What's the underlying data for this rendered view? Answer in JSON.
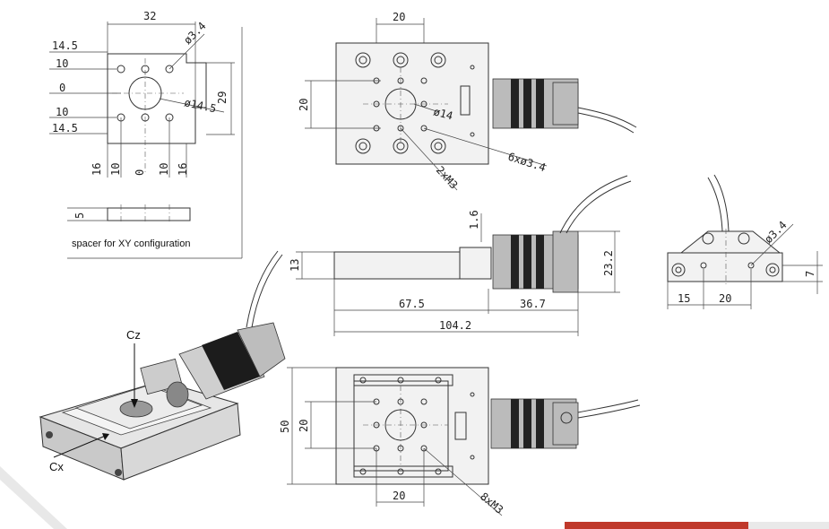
{
  "spacer": {
    "width_dim": "32",
    "height_dim": "29",
    "hole_dia": "ø3.4",
    "bore_dia": "ø14.5",
    "left_labels": [
      "14.5",
      "10",
      "0",
      "10",
      "14.5"
    ],
    "bottom_labels": [
      "16",
      "10",
      "0",
      "10",
      "16"
    ],
    "thickness": "5",
    "caption": "spacer for XY configuration"
  },
  "top_view": {
    "width_dim": "20",
    "height_dim": "20",
    "bore_dia": "ø14",
    "holes_callout": "6xø3.4",
    "threads_callout": "2xM3"
  },
  "side_view": {
    "height_dim": "13",
    "step_dim": "1.6",
    "motor_height": "23.2",
    "body_length": "67.5",
    "motor_length": "36.7",
    "total_length": "104.2"
  },
  "end_view": {
    "hole_dia": "ø3.4",
    "offset_a": "15",
    "offset_b": "20",
    "height_dim": "7"
  },
  "bottom_view": {
    "height_dim": "50",
    "inner_dim": "20",
    "width_dim": "20",
    "threads_callout": "8xM3"
  },
  "iso_view": {
    "axis_z": "Cz",
    "axis_x": "Cx"
  }
}
